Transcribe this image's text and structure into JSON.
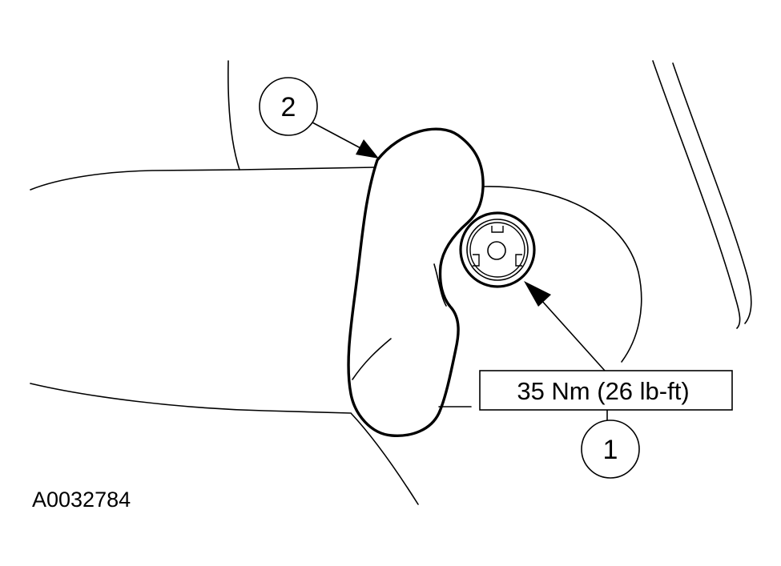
{
  "figure": {
    "id": "A0032784"
  },
  "callouts": [
    {
      "number": "1",
      "label": "35 Nm (26 lb-ft)"
    },
    {
      "number": "2"
    }
  ],
  "colors": {
    "line": "#000000",
    "background": "#ffffff"
  }
}
